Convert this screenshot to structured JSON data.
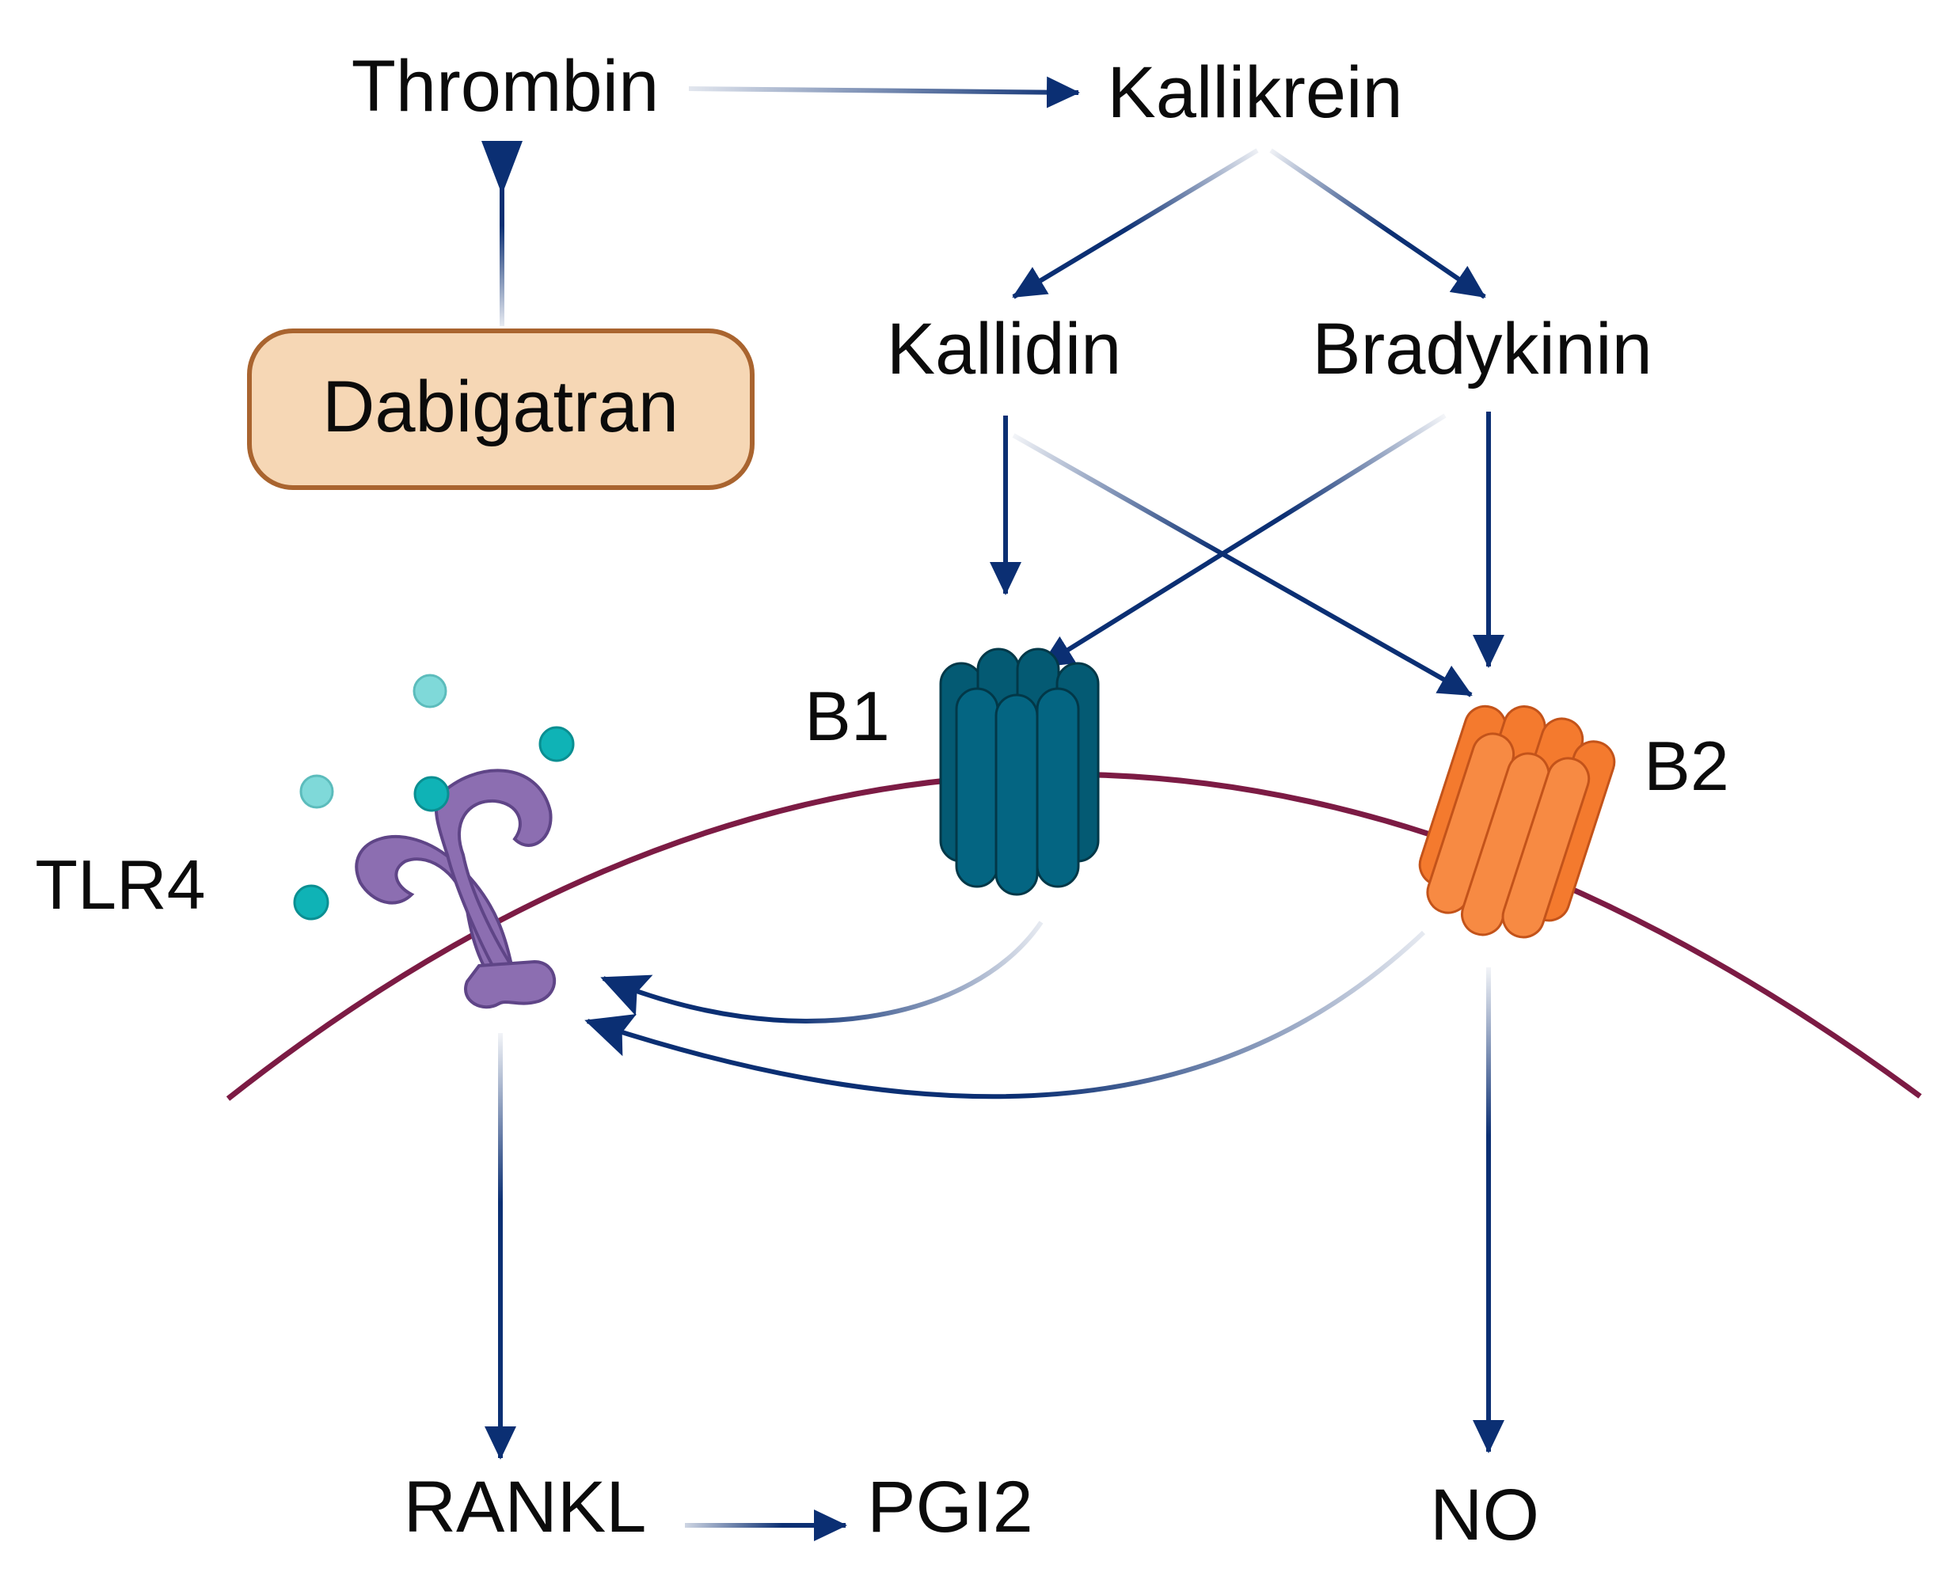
{
  "nodes": {
    "thrombin": "Thrombin",
    "kallikrein": "Kallikrein",
    "dabigatran": "Dabigatran",
    "kallidin": "Kallidin",
    "bradykinin": "Bradykinin",
    "b1": "B1",
    "b2": "B2",
    "tlr4": "TLR4",
    "rankl": "RANKL",
    "pgi2": "PGI2",
    "no": "NO"
  },
  "colors": {
    "arrow": "#0b2f73",
    "membrane": "#7c1b44",
    "dabigatran_fill": "#f6d7b5",
    "dabigatran_border": "#a9642f",
    "b1_receptor": "#045a73",
    "b2_receptor": "#f47a2e",
    "tlr4_receptor": "#8c6eb1",
    "ligand_dark": "#0fb3b6",
    "ligand_light": "#7fd9d9"
  },
  "icons": {
    "b1": "gpcr-barrel-icon",
    "b2": "gpcr-barrel-icon",
    "tlr4": "toll-like-receptor-icon",
    "ligand": "ligand-molecule-icon"
  },
  "edges": [
    {
      "from": "thrombin",
      "to": "kallikrein",
      "type": "activation"
    },
    {
      "from": "dabigatran",
      "to": "thrombin",
      "type": "inhibition"
    },
    {
      "from": "kallikrein",
      "to": "kallidin",
      "type": "activation"
    },
    {
      "from": "kallikrein",
      "to": "bradykinin",
      "type": "activation"
    },
    {
      "from": "kallidin",
      "to": "b1",
      "type": "activation"
    },
    {
      "from": "kallidin",
      "to": "b2",
      "type": "activation"
    },
    {
      "from": "bradykinin",
      "to": "b1",
      "type": "activation"
    },
    {
      "from": "bradykinin",
      "to": "b2",
      "type": "activation"
    },
    {
      "from": "b1",
      "to": "tlr4",
      "type": "activation"
    },
    {
      "from": "b2",
      "to": "tlr4",
      "type": "activation"
    },
    {
      "from": "tlr4",
      "to": "rankl",
      "type": "activation"
    },
    {
      "from": "rankl",
      "to": "pgi2",
      "type": "activation"
    },
    {
      "from": "b2",
      "to": "no",
      "type": "activation"
    }
  ]
}
